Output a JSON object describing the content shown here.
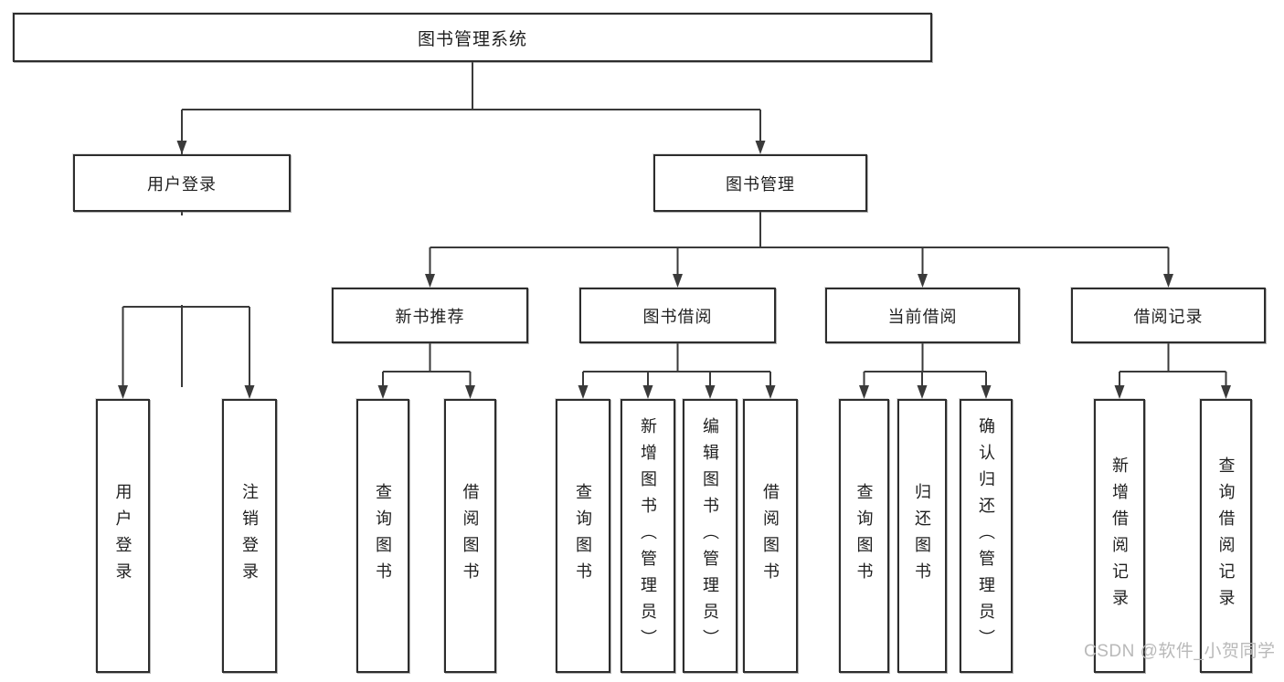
{
  "tree": {
    "label": "图书管理系统",
    "children": [
      {
        "label": "用户登录",
        "children": [
          {
            "label": "用户登录"
          },
          {
            "label": "注销登录"
          }
        ]
      },
      {
        "label": "图书管理",
        "children": [
          {
            "label": "新书推荐",
            "children": [
              {
                "label": "查询图书"
              },
              {
                "label": "借阅图书"
              }
            ]
          },
          {
            "label": "图书借阅",
            "children": [
              {
                "label": "查询图书"
              },
              {
                "label": "新增图书（管理员）"
              },
              {
                "label": "编辑图书（管理员）"
              },
              {
                "label": "借阅图书"
              }
            ]
          },
          {
            "label": "当前借阅",
            "children": [
              {
                "label": "查询图书"
              },
              {
                "label": "归还图书"
              },
              {
                "label": "确认归还（管理员）"
              }
            ]
          },
          {
            "label": "借阅记录",
            "children": [
              {
                "label": "新增借阅记录"
              },
              {
                "label": "查询借阅记录"
              }
            ]
          }
        ]
      }
    ]
  },
  "watermark": {
    "text": "CSDN @软件_小贺同学"
  },
  "colors": {
    "line": "#3a3a3a",
    "box_border": "#2d2d2d",
    "text": "#1f1f1f",
    "watermark": "#b9b9b9",
    "background": "#ffffff"
  }
}
